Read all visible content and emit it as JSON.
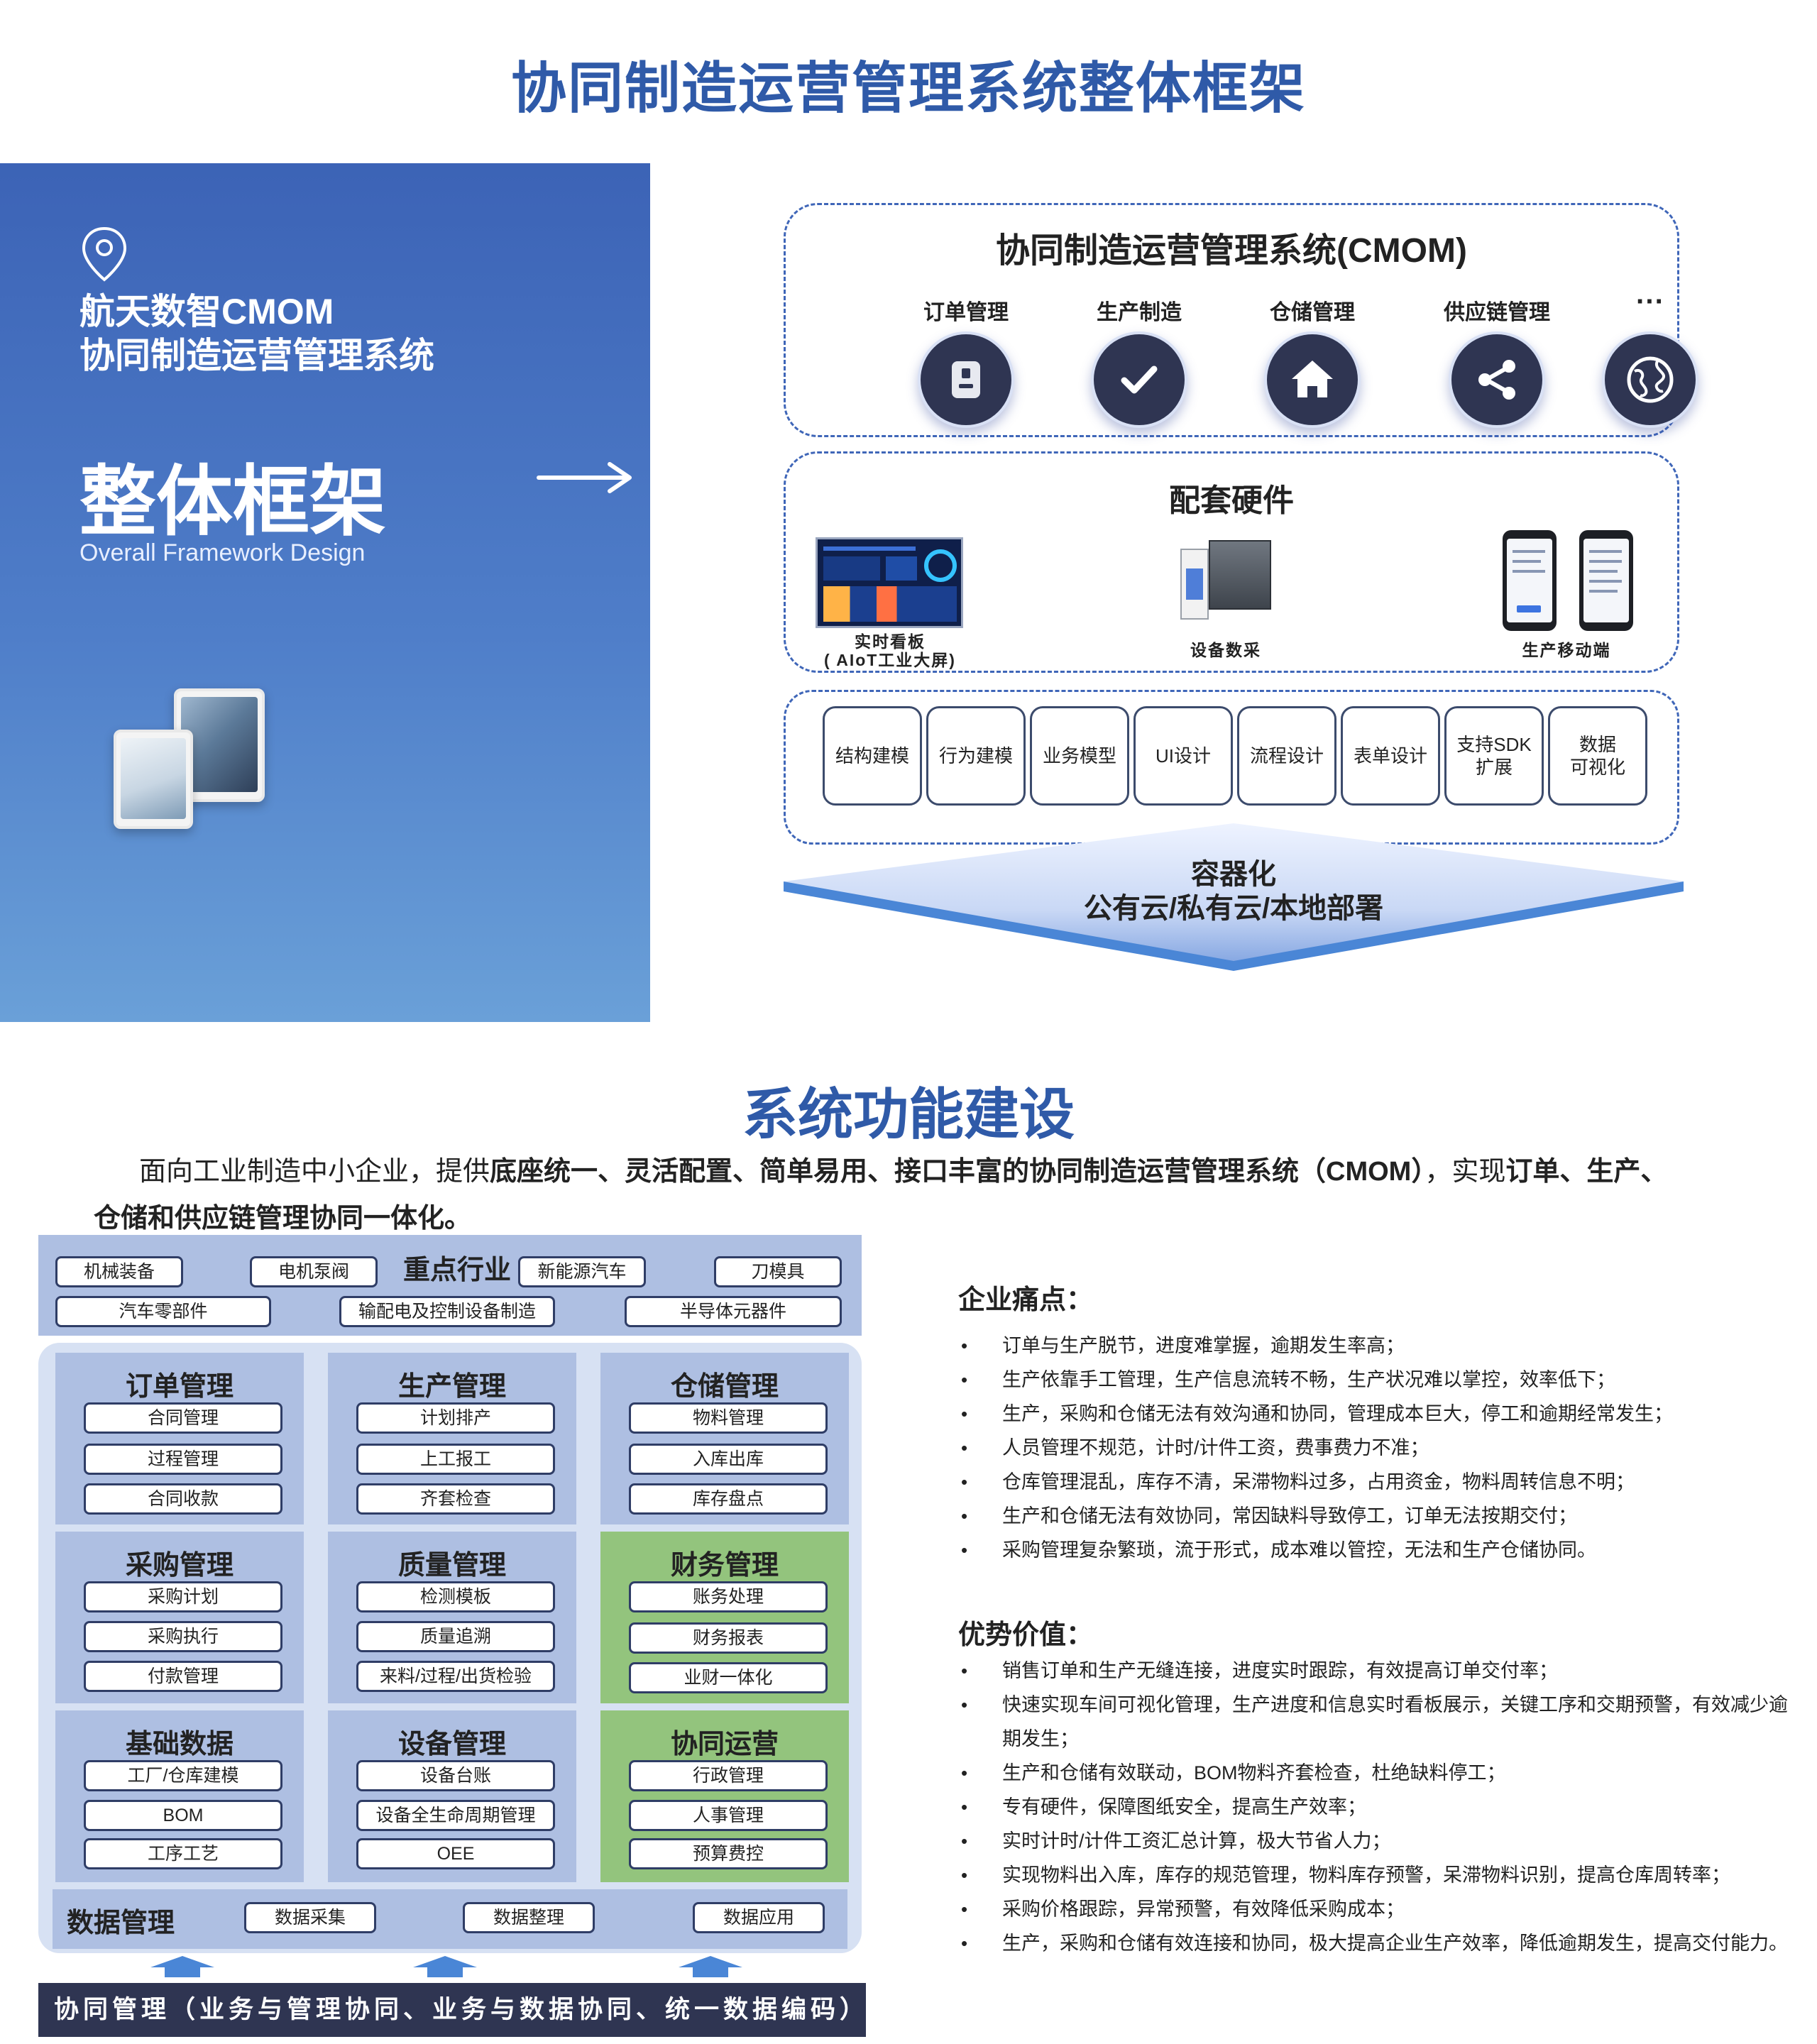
{
  "page": {
    "title": "协同制造运营管理系统整体框架",
    "section2_title": "系统功能建设"
  },
  "hero": {
    "product_line1": "航天数智CMOM",
    "product_line2": "协同制造运营管理系统",
    "big_title": "整体框架",
    "subtitle": "Overall Framework Design",
    "icons": [
      "location-pin-icon",
      "right-arrow-icon"
    ]
  },
  "framework": {
    "cmom": {
      "title": "协同制造运营管理系统(CMOM)",
      "modules": [
        {
          "label": "订单管理",
          "icon": "order-icon"
        },
        {
          "label": "生产制造",
          "icon": "check-icon"
        },
        {
          "label": "仓储管理",
          "icon": "home-icon"
        },
        {
          "label": "供应链管理",
          "icon": "share-icon"
        },
        {
          "label": "···",
          "icon": "globe-icon"
        }
      ]
    },
    "hardware": {
      "title": "配套硬件",
      "items": [
        {
          "label_line1": "实时看板",
          "label_line2": "( AIoT工业大屏)"
        },
        {
          "label_line1": "设备数采",
          "label_line2": ""
        },
        {
          "label_line1": "生产移动端",
          "label_line2": ""
        }
      ]
    },
    "dev_tools": [
      [
        "结构建模"
      ],
      [
        "行为建模"
      ],
      [
        "业务模型"
      ],
      [
        "UI设计"
      ],
      [
        "流程设计"
      ],
      [
        "表单设计"
      ],
      [
        "支持SDK",
        "扩展"
      ],
      [
        "数据",
        "可视化"
      ]
    ],
    "cloud": {
      "line1": "容器化",
      "line2": "公有云/私有云/本地部署"
    }
  },
  "intro": {
    "p1_a": "面向工业制造中小企业，提供",
    "p1_b": "底座统一、灵活配置、简单易用、接口丰富的协同制造运营管理系统（CMOM）",
    "p1_c": "，实现",
    "p1_d": "订单、生产、",
    "p2": "仓储和供应链管理协同一体化。"
  },
  "industry": {
    "title": "重点行业",
    "row1": [
      "机械装备",
      "电机泵阀",
      "新能源汽车",
      "刀模具"
    ],
    "row2": [
      "汽车零部件",
      "输配电及控制设备制造",
      "半导体元器件"
    ]
  },
  "modules": [
    {
      "title": "订单管理",
      "items": [
        "合同管理",
        "过程管理",
        "合同收款"
      ],
      "green": false
    },
    {
      "title": "生产管理",
      "items": [
        "计划排产",
        "上工报工",
        "齐套检查"
      ],
      "green": false
    },
    {
      "title": "仓储管理",
      "items": [
        "物料管理",
        "入库出库",
        "库存盘点"
      ],
      "green": false
    },
    {
      "title": "采购管理",
      "items": [
        "采购计划",
        "采购执行",
        "付款管理"
      ],
      "green": false
    },
    {
      "title": "质量管理",
      "items": [
        "检测模板",
        "质量追溯",
        "来料/过程/出货检验"
      ],
      "green": false
    },
    {
      "title": "财务管理",
      "items": [
        "账务处理",
        "财务报表",
        "业财一体化"
      ],
      "green": true
    },
    {
      "title": "基础数据",
      "items": [
        "工厂/仓库建模",
        "BOM",
        "工序工艺"
      ],
      "green": false
    },
    {
      "title": "设备管理",
      "items": [
        "设备台账",
        "设备全生命周期管理",
        "OEE"
      ],
      "green": false
    },
    {
      "title": "协同运营",
      "items": [
        "行政管理",
        "人事管理",
        "预算费控"
      ],
      "green": true
    }
  ],
  "data_management": {
    "title": "数据管理",
    "items": [
      "数据采集",
      "数据整理",
      "数据应用"
    ]
  },
  "collab_bar": "协同管理（业务与管理协同、业务与数据协同、统一数据编码）",
  "pain_points": {
    "title": "企业痛点：",
    "items": [
      "订单与生产脱节，进度难掌握，逾期发生率高；",
      "生产依靠手工管理，生产信息流转不畅，生产状况难以掌控，效率低下；",
      "生产，采购和仓储无法有效沟通和协同，管理成本巨大，停工和逾期经常发生；",
      "人员管理不规范，计时/计件工资，费事费力不准；",
      "仓库管理混乱，库存不清，呆滞物料过多，占用资金，物料周转信息不明；",
      "生产和仓储无法有效协同，常因缺料导致停工，订单无法按期交付；",
      "采购管理复杂繁琐，流于形式，成本难以管控，无法和生产仓储协同。"
    ]
  },
  "advantages": {
    "title": "优势价值：",
    "items": [
      "销售订单和生产无缝连接，进度实时跟踪，有效提高订单交付率；",
      "快速实现车间可视化管理，生产进度和信息实时看板展示，关键工序和交期预警，有效减少逾期发生；",
      "生产和仓储有效联动，BOM物料齐套检查，杜绝缺料停工；",
      "专有硬件，保障图纸安全，提高生产效率；",
      "实时计时/计件工资汇总计算，极大节省人力；",
      "实现物料出入库，库存的规范管理，物料库存预警，呆滞物料识别，提高仓库周转率；",
      "采购价格跟踪，异常预警，有效降低采购成本；",
      "生产，采购和仓储有效连接和协同，极大提高企业生产效率，降低逾期发生，提高交付能力。"
    ]
  },
  "colors": {
    "title_blue": "#2f5aa8",
    "hero_blue": "#3c63b6",
    "panel_blue": "#aebfe2",
    "panel_green": "#93c47d",
    "dark_navy": "#2f3552"
  }
}
